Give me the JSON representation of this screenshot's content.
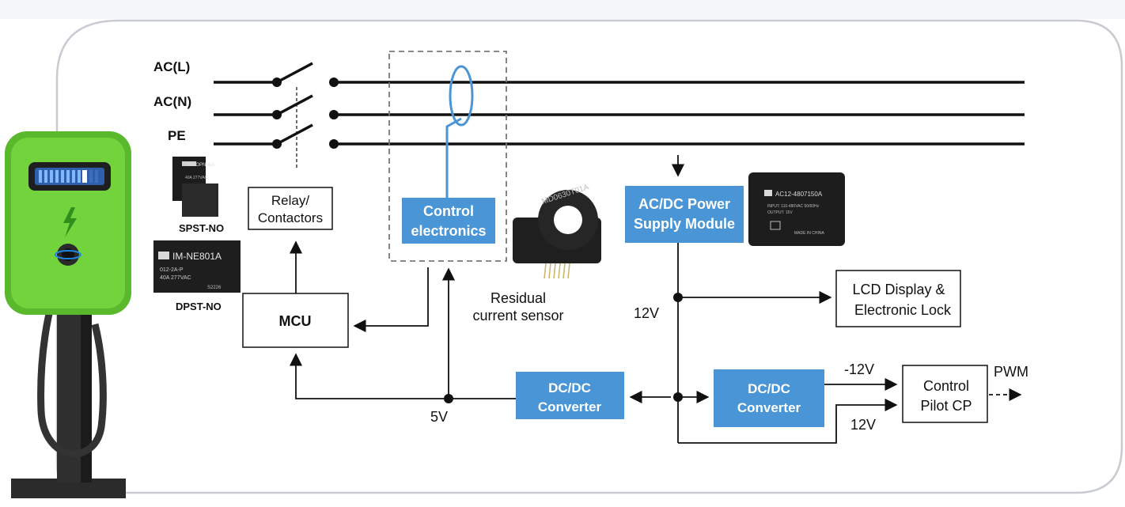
{
  "lines": {
    "ac_l": "AC(L)",
    "ac_n": "AC(N)",
    "pe": "PE"
  },
  "relay_images": {
    "spst": {
      "caption": "SPST-NO",
      "markings": [
        "HM-OPN01A",
        "40A 277VAC"
      ]
    },
    "dpst": {
      "caption": "DPST-NO",
      "markings": [
        "IM-NE801A",
        "012-2A-P",
        "40A  277VAC",
        "S2226"
      ]
    }
  },
  "blocks": {
    "relay": [
      "Relay/",
      "Contactors"
    ],
    "control_electronics": [
      "Control",
      "electronics"
    ],
    "acdc": [
      "AC/DC Power",
      "Supply Module"
    ],
    "mcu": "MCU",
    "lcd": [
      "LCD Display &",
      "Electronic Lock"
    ],
    "dcdc_left": [
      "DC/DC",
      "Converter"
    ],
    "dcdc_right": [
      "DC/DC",
      "Converter"
    ],
    "control_pilot": [
      "Control",
      "Pilot CP"
    ]
  },
  "sensor": {
    "label": [
      "Residual",
      "current sensor"
    ],
    "marking": "MD0630T01A"
  },
  "acdc_module_markings": [
    "AC12-4807150A",
    "INPUT: 110-480VAC  50/60Hz",
    "OUTPUT: 15V",
    "MADE IN CHINA"
  ],
  "voltages": {
    "v12_main": "12V",
    "v5": "5V",
    "neg12": "-12V",
    "pos12": "12V",
    "pwm": "PWM"
  },
  "colors": {
    "accent_blue": "#4a95d6",
    "charger_green": "#72d33c",
    "charger_dark_green": "#5ab82c"
  }
}
